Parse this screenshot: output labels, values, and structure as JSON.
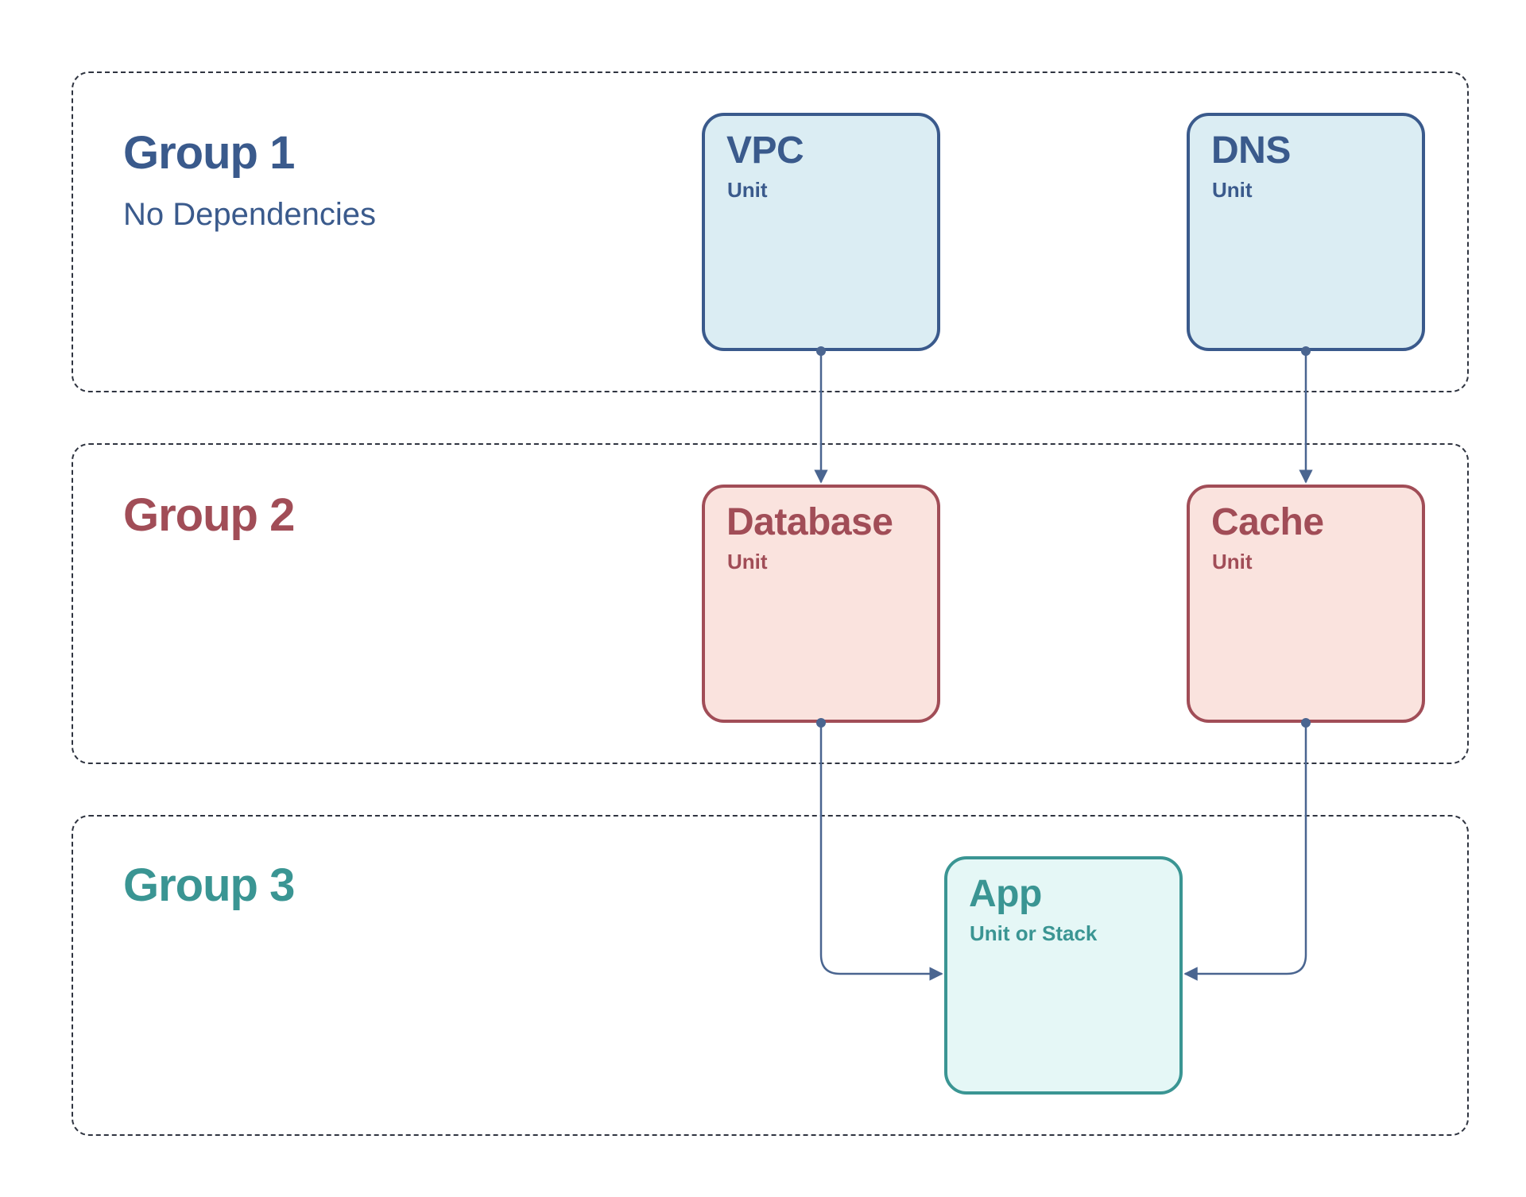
{
  "groups": [
    {
      "title": "Group 1",
      "subtitle": "No Dependencies"
    },
    {
      "title": "Group 2"
    },
    {
      "title": "Group 3"
    }
  ],
  "nodes": {
    "vpc": {
      "title": "VPC",
      "type": "Unit"
    },
    "dns": {
      "title": "DNS",
      "type": "Unit"
    },
    "database": {
      "title": "Database",
      "type": "Unit"
    },
    "cache": {
      "title": "Cache",
      "type": "Unit"
    },
    "app": {
      "title": "App",
      "type": "Unit or Stack"
    }
  },
  "edges": [
    {
      "from": "VPC",
      "to": "Database"
    },
    {
      "from": "DNS",
      "to": "Cache"
    },
    {
      "from": "Database",
      "to": "App"
    },
    {
      "from": "Cache",
      "to": "App"
    }
  ],
  "colors": {
    "group1": "#3a5a8c",
    "group2": "#a14d57",
    "group3": "#3a9593",
    "unit_fill_blue": "#dbedf3",
    "unit_fill_red": "#fae3de",
    "unit_fill_teal": "#e5f7f6",
    "edge": "#4a6590",
    "group_border": "#2f3440"
  }
}
